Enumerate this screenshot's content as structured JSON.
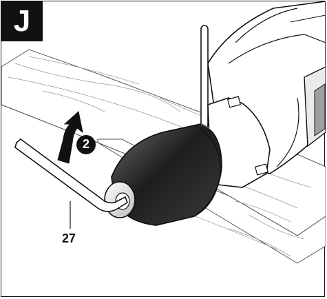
{
  "figure": {
    "letter": "J",
    "step_badge": "2",
    "callout": "27"
  },
  "colors": {
    "ink": "#111111",
    "chuck_dark": "#2a2a2a",
    "arrow": "#111111"
  }
}
